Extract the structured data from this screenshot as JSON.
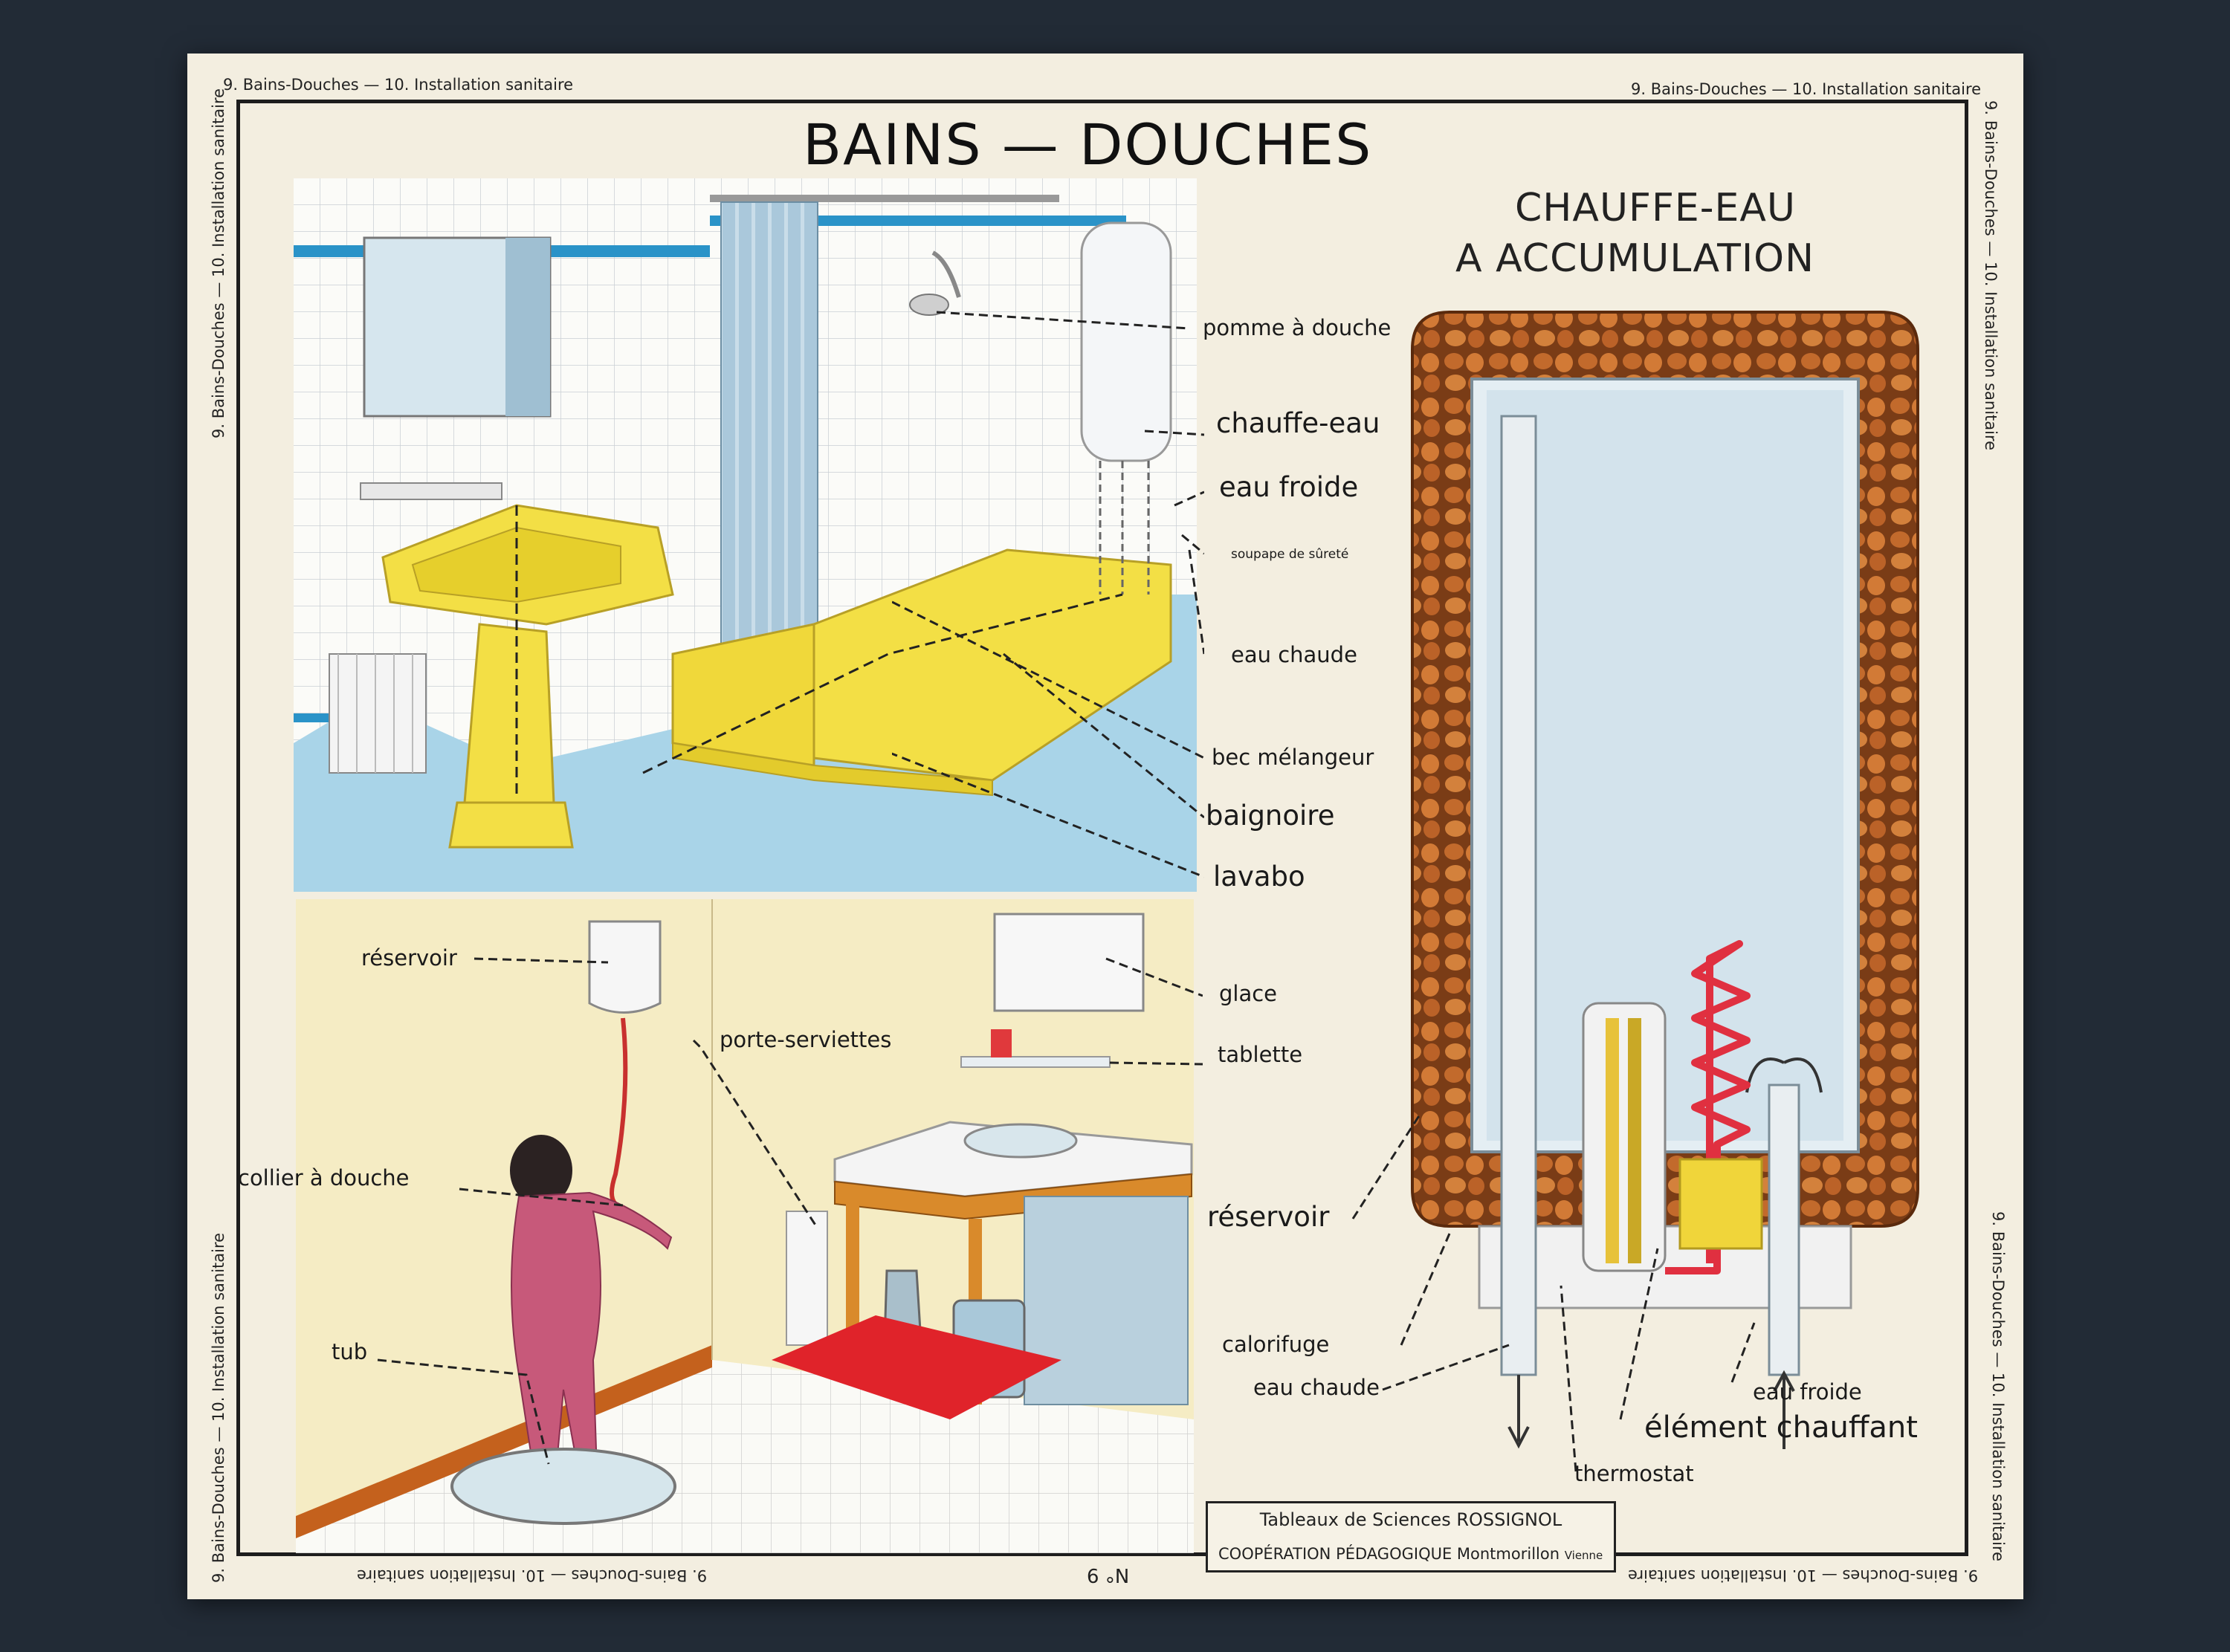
{
  "header": {
    "running_title": "9. Bains-Douches — 10. Installation sanitaire",
    "main_title": "BAINS — DOUCHES",
    "subtitle_line1": "CHAUFFE-EAU",
    "subtitle_line2": "A ACCUMULATION"
  },
  "bathroom_labels": {
    "pomme": "pomme à douche",
    "chauffe_eau": "chauffe-eau",
    "eau_froide": "eau froide",
    "soupape": "soupape de sûreté",
    "eau_chaude": "eau chaude",
    "bec": "bec mélangeur",
    "baignoire": "baignoire",
    "lavabo": "lavabo"
  },
  "wash_labels": {
    "reservoir": "réservoir",
    "porte_serviettes": "porte-serviettes",
    "collier": "collier à douche",
    "tub": "tub",
    "glace": "glace",
    "tablette": "tablette"
  },
  "heater_labels": {
    "reservoir": "réservoir",
    "calorifuge": "calorifuge",
    "eau_chaude": "eau chaude",
    "eau_froide": "eau froide",
    "element": "élément chauffant",
    "thermostat": "thermostat"
  },
  "footer": {
    "publisher_line1": "Tableaux de Sciences ROSSIGNOL",
    "publisher_line2": "COOPÉRATION PÉDAGOGIQUE  Montmorillon",
    "publisher_place": "Vienne",
    "plate_number": "N° 9"
  },
  "colors": {
    "paper": "#f3eee0",
    "tile_blue": "#2a93c8",
    "fixture_yellow": "#f3df45",
    "floor_blue": "#a9d4e8",
    "insulation": "#b8642a",
    "heater_wire": "#e03040"
  }
}
